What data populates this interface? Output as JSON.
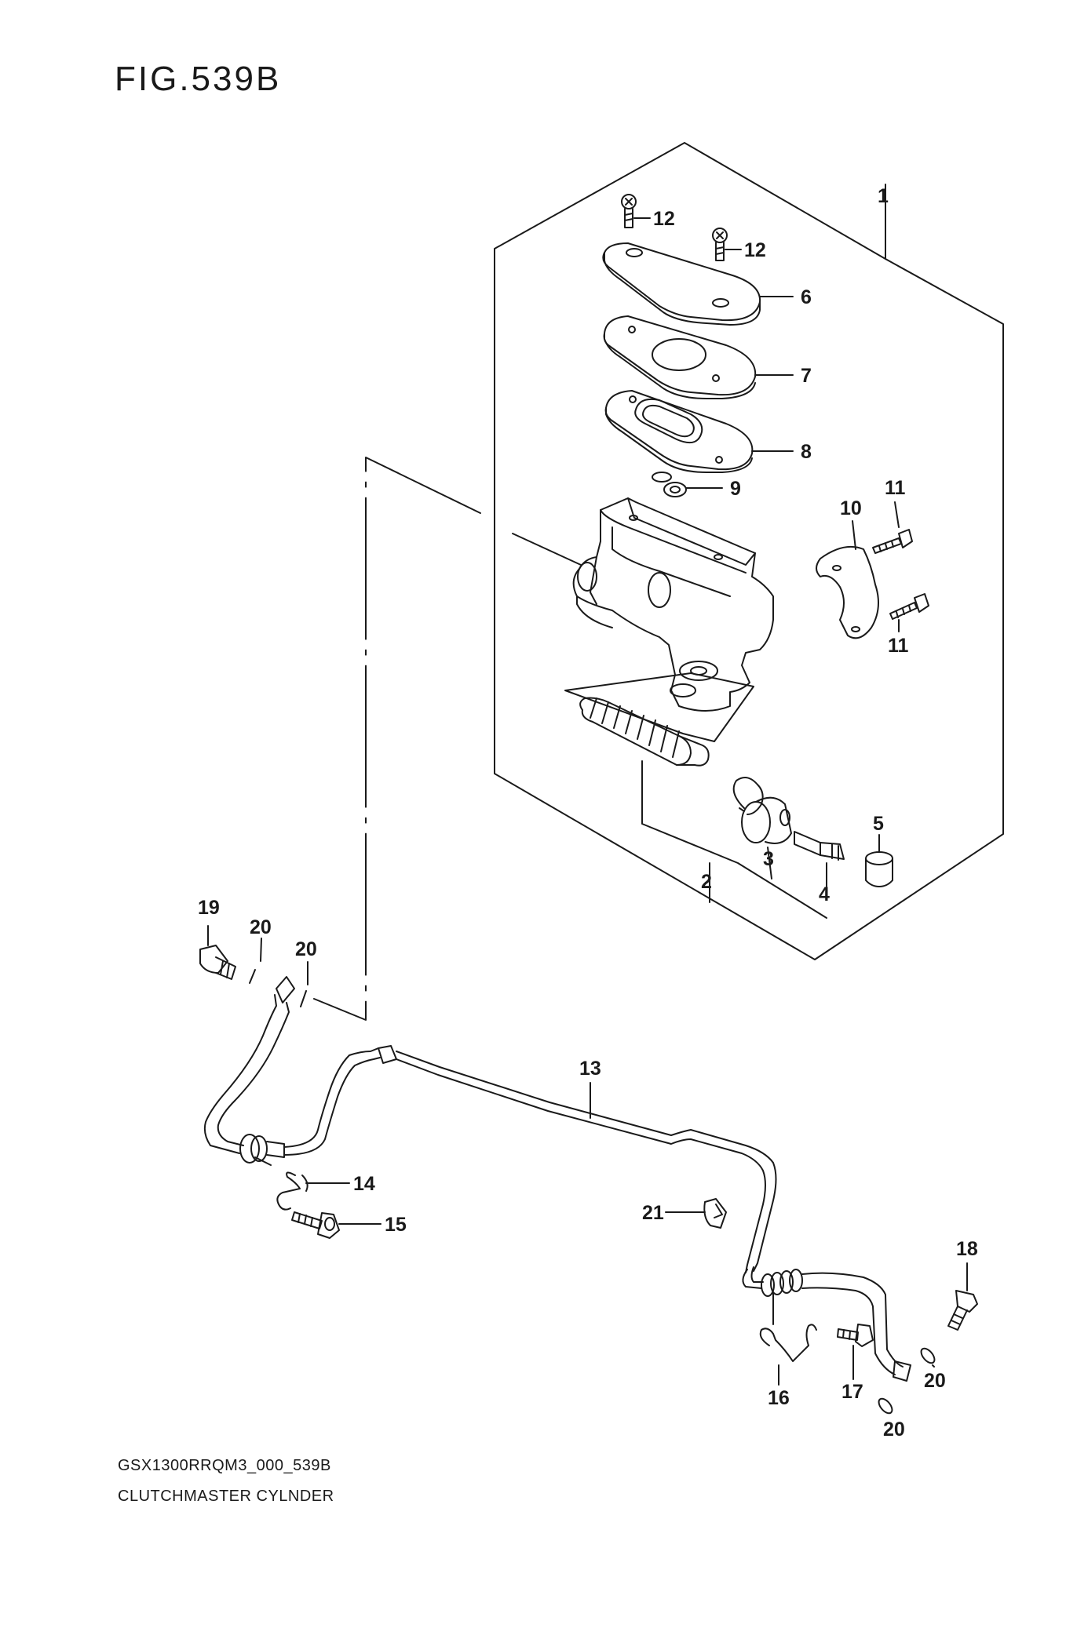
{
  "figure": {
    "title": "FIG.539B"
  },
  "callouts": {
    "c1": "1",
    "c2": "2",
    "c3": "3",
    "c4": "4",
    "c5": "5",
    "c6": "6",
    "c7": "7",
    "c8": "8",
    "c9": "9",
    "c10": "10",
    "c11a": "11",
    "c11b": "11",
    "c12a": "12",
    "c12b": "12",
    "c13": "13",
    "c14": "14",
    "c15": "15",
    "c16": "16",
    "c17": "17",
    "c18": "18",
    "c19": "19",
    "c20a": "20",
    "c20b": "20",
    "c20c": "20",
    "c20d": "20",
    "c21": "21"
  },
  "footer": {
    "model_code": "GSX1300RRQM3_000_539B",
    "caption": "CLUTCHMASTER CYLNDER"
  }
}
